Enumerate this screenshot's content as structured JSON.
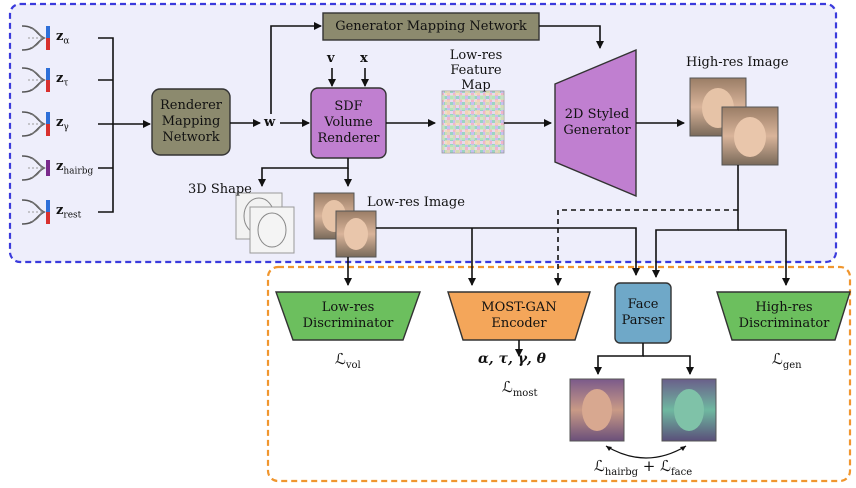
{
  "latents": [
    {
      "symbol": "z",
      "sub": "α",
      "color": "#2e6fd8"
    },
    {
      "symbol": "z",
      "sub": "τ",
      "color": "#2e6fd8"
    },
    {
      "symbol": "z",
      "sub": "γ",
      "color": "#2e6fd8"
    },
    {
      "symbol": "z",
      "sub": "hairbg",
      "color": "#7a2a8c"
    },
    {
      "symbol": "z",
      "sub": "rest",
      "color": "#d8302e"
    }
  ],
  "nodes": {
    "renderer_mapping": "Renderer Mapping Network",
    "generator_mapping": "Generator Mapping Network",
    "sdf_renderer": "SDF Volume Renderer",
    "styled_generator": "2D Styled Generator",
    "lowres_discriminator": "Low-res Discriminator",
    "encoder": "MOST-GAN Encoder",
    "face_parser": "Face Parser",
    "highres_discriminator": "High-res Discriminator"
  },
  "labels": {
    "w": "w",
    "v": "v",
    "x": "x",
    "feature_map": "Low-res Feature Map",
    "highres_image": "High-res Image",
    "shape_3d": "3D Shape",
    "lowres_image": "Low-res Image",
    "params": "α, τ, γ, θ"
  },
  "losses": {
    "vol": {
      "symbol": "ℒ",
      "sub": "vol"
    },
    "gen": {
      "symbol": "ℒ",
      "sub": "gen"
    },
    "most": {
      "symbol": "ℒ",
      "sub": "most"
    },
    "hairbg": {
      "symbol": "ℒ",
      "sub": "hairbg"
    },
    "face": {
      "symbol": "ℒ",
      "sub": "face"
    },
    "plus": "+"
  },
  "colors": {
    "generator_region": "#3b3bdc",
    "discriminator_region": "#f0962e",
    "mapping_fill": "#8c8a6e",
    "sdf_fill": "#c07fd0",
    "generator_fill": "#c07fd0",
    "discriminator_fill": "#6cbf5e",
    "encoder_fill": "#f4a65a",
    "parser_fill": "#6fa8c8"
  }
}
